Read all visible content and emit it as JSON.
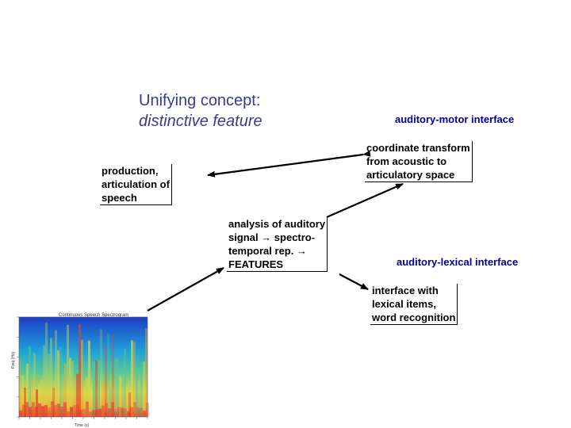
{
  "title": {
    "line1": "Unifying concept:",
    "line2": "distinctive feature"
  },
  "headings": {
    "motor": "auditory-motor interface",
    "lexical": "auditory-lexical interface"
  },
  "boxes": {
    "production": [
      "production,",
      "articulation of",
      "speech"
    ],
    "transform": [
      "coordinate transform",
      "from acoustic to",
      "articulatory space"
    ],
    "analysis": [
      "analysis of auditory",
      "signal → spectro-",
      "temporal rep. →",
      "FEATURES"
    ],
    "lexical": [
      "interface with",
      "lexical items,",
      "word recognition"
    ]
  },
  "spectrogram": {
    "title": "Continuous Speech Spectrogram",
    "xlabel": "Time (s)",
    "ylabel": "Freq (Hz)",
    "colormap": [
      "#1d3fc7",
      "#1fa3d8",
      "#57c79a",
      "#d7d64a",
      "#f0a93a",
      "#e0412e"
    ]
  }
}
